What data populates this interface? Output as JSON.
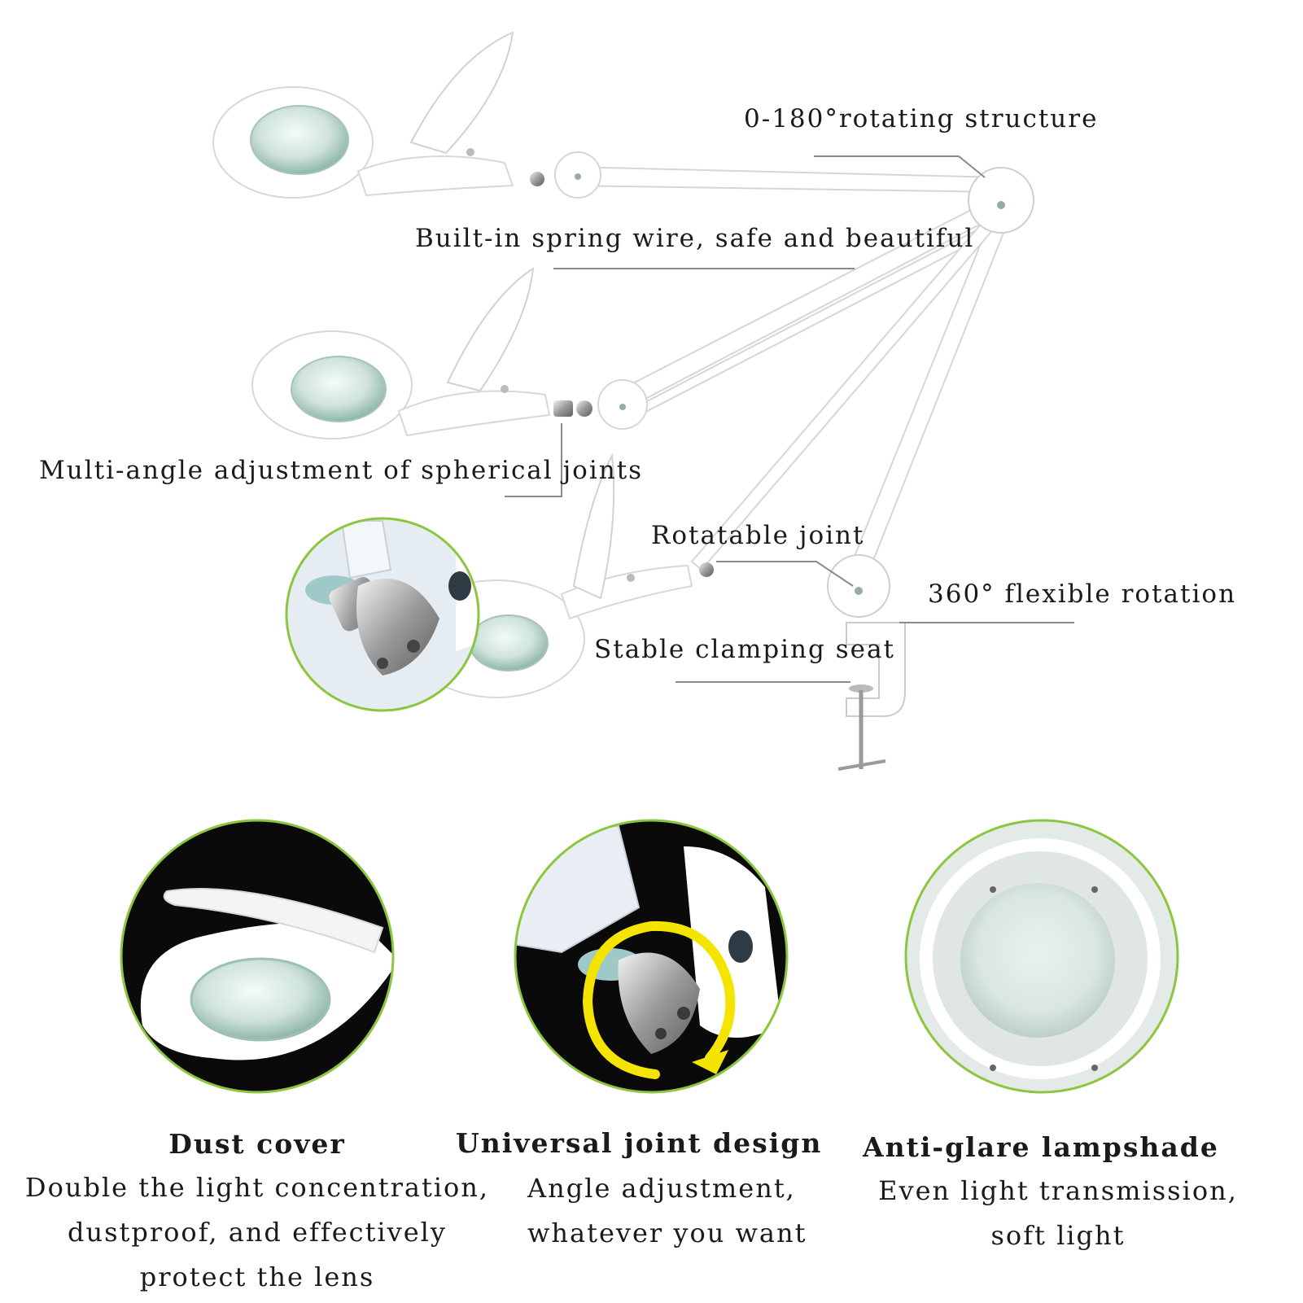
{
  "callouts": {
    "rotating": "0-180°rotating structure",
    "spring": "Built-in spring wire, safe and beautiful",
    "spherical": "Multi-angle adjustment of spherical joints",
    "rotatable": "Rotatable joint",
    "flexible": "360° flexible rotation",
    "clamping": "Stable clamping seat"
  },
  "features": [
    {
      "title": "Dust cover",
      "lines": [
        "Double the light concentration,",
        "dustproof, and effectively",
        "protect the lens"
      ]
    },
    {
      "title": "Universal joint design",
      "lines": [
        "Angle adjustment,",
        "whatever you want"
      ]
    },
    {
      "title": "Anti-glare lampshade",
      "lines": [
        "Even light transmission,",
        "soft light"
      ]
    }
  ],
  "colors": {
    "accent_green": "#8cc63f",
    "arrow_yellow": "#f5e400",
    "leader_gray": "#8a8a8a"
  }
}
